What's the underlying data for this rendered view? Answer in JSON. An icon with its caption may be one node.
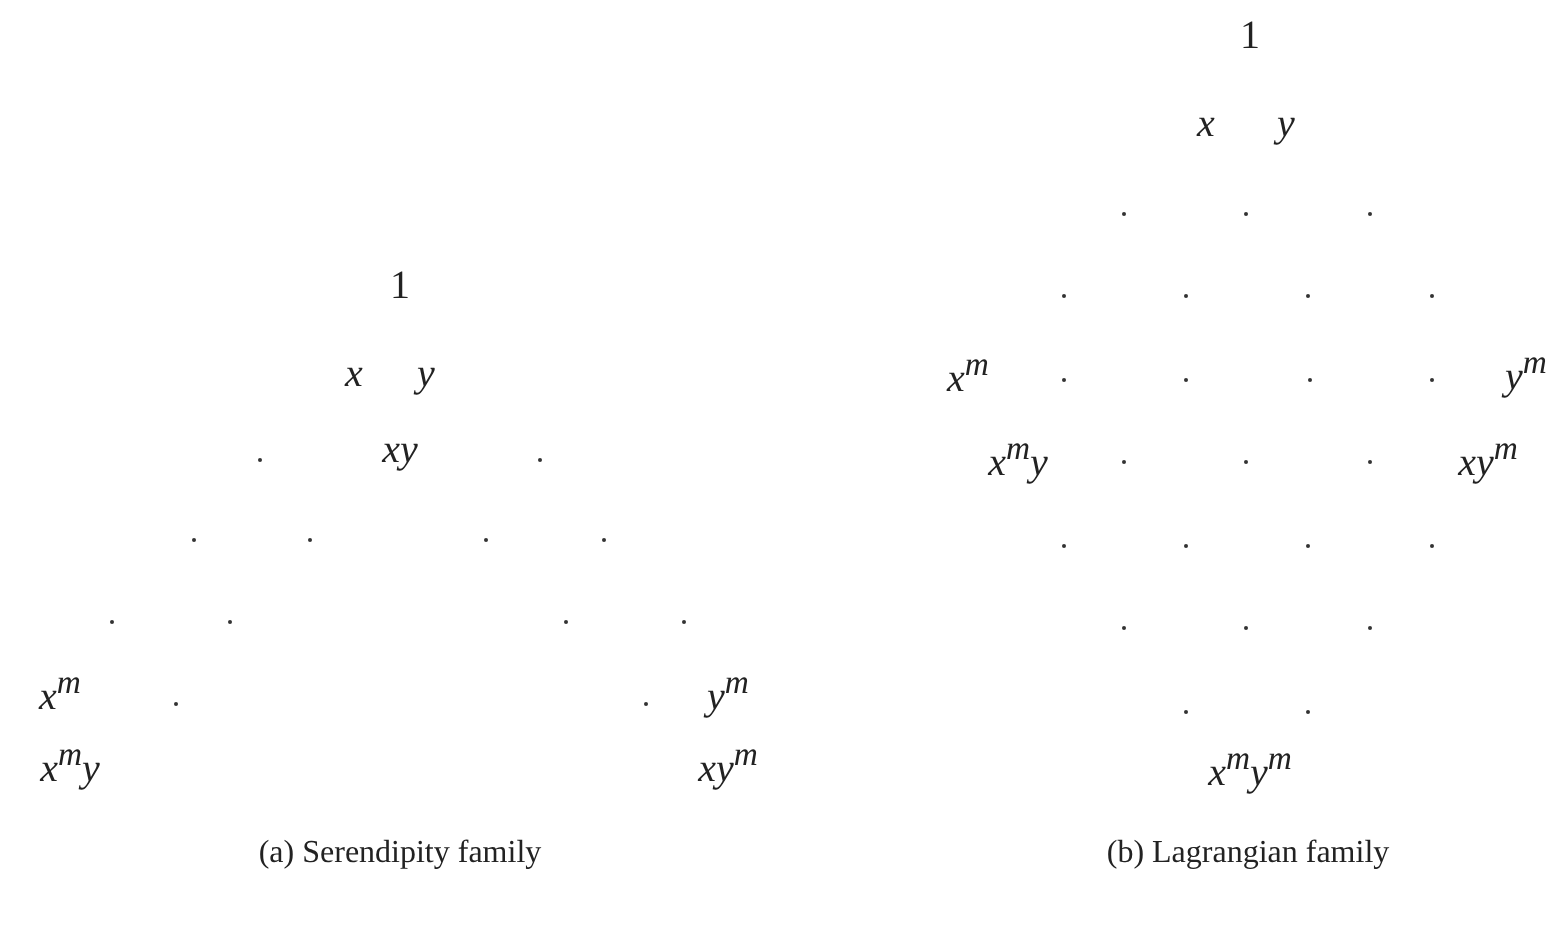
{
  "diagram": {
    "labels": [
      "1",
      "x",
      "y",
      "xy",
      "x$^{m}$",
      "y$^{m}$",
      "x$^{m}$y",
      "xy$^{m}$",
      "(a) Serendipity family",
      "1",
      "x",
      "y",
      "x$^{m}$",
      "y$^{m}$",
      "x$^{m}$y",
      "xy$^{m}$",
      "x$^{m}$y$^{m}$",
      "(b) Lagrangian family"
    ]
  }
}
